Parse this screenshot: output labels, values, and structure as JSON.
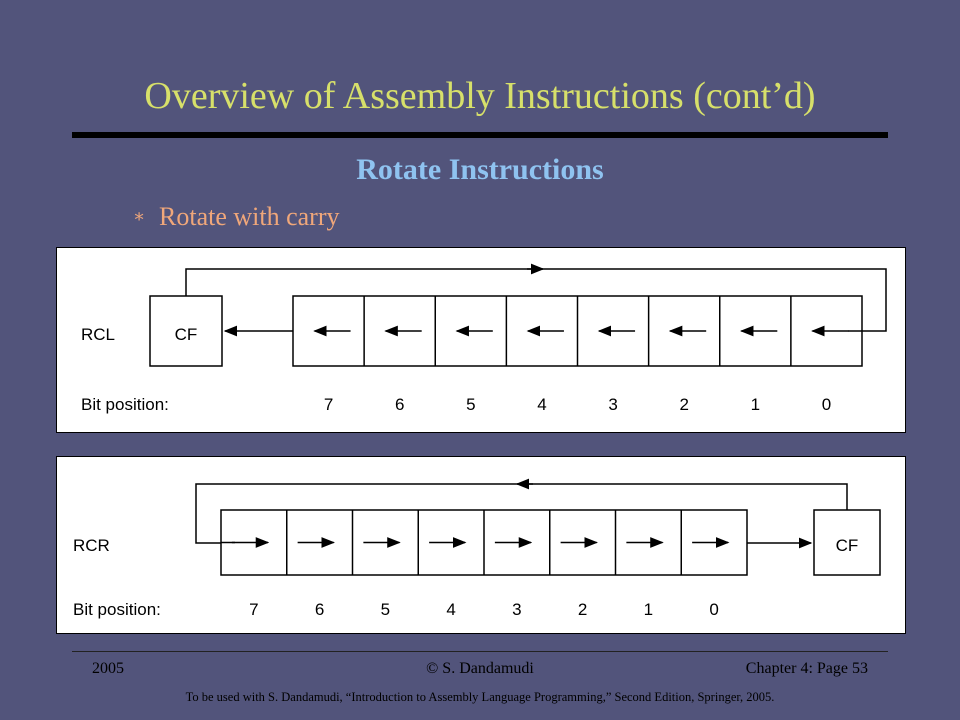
{
  "slide": {
    "title": "Overview of Assembly Instructions (cont’d)",
    "subtitle": "Rotate Instructions",
    "bullet_marker": "∗",
    "bullet_text": "Rotate with carry"
  },
  "diagrams": {
    "rcl": {
      "label": "RCL",
      "carry_label": "CF",
      "bit_position_label": "Bit position:",
      "bits": [
        "7",
        "6",
        "5",
        "4",
        "3",
        "2",
        "1",
        "0"
      ],
      "direction": "left"
    },
    "rcr": {
      "label": "RCR",
      "carry_label": "CF",
      "bit_position_label": "Bit position:",
      "bits": [
        "7",
        "6",
        "5",
        "4",
        "3",
        "2",
        "1",
        "0"
      ],
      "direction": "right"
    }
  },
  "footer": {
    "year": "2005",
    "author": "© S. Dandamudi",
    "chapter": "Chapter 4: Page 53",
    "credit": "To be used with S. Dandamudi, “Introduction to Assembly Language Programming,” Second Edition, Springer, 2005."
  }
}
